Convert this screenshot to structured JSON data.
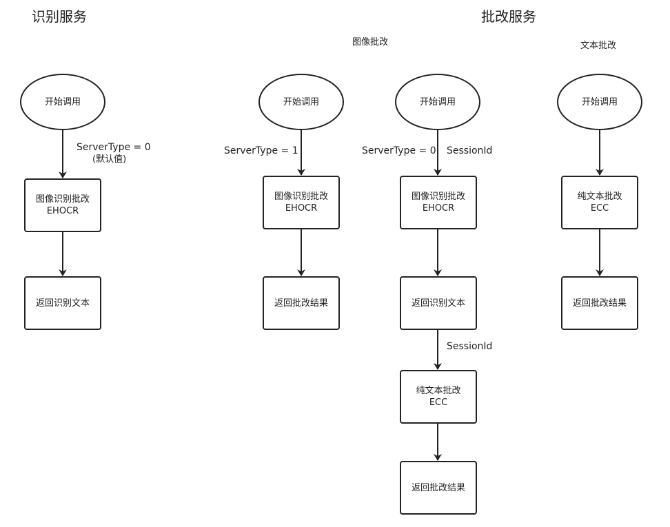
{
  "recognition": {
    "title": "识别服务",
    "start": "开始调用",
    "edge_label_1": "ServerType = 0",
    "edge_label_2": "(默认值)",
    "node1_line1": "图像识别批改",
    "node1_line2": "EHOCR",
    "node2": "返回识别文本"
  },
  "correction": {
    "title": "批改服务",
    "image_subtitle": "图像批改",
    "text_subtitle": "文本批改",
    "col_a": {
      "start": "开始调用",
      "edge_label": "ServerType = 1",
      "node1_line1": "图像识别批改",
      "node1_line2": "EHOCR",
      "node2": "返回批改结果"
    },
    "col_b": {
      "start": "开始调用",
      "edge_label_1": "ServerType = 0",
      "edge_label_2": "SessionId",
      "node1_line1": "图像识别批改",
      "node1_line2": "EHOCR",
      "node2": "返回识别文本",
      "edge_label_3": "SessionId",
      "node3_line1": "纯文本批改",
      "node3_line2": "ECC",
      "node4": "返回批改结果"
    },
    "col_c": {
      "start": "开始调用",
      "node1_line1": "纯文本批改",
      "node1_line2": "ECC",
      "node2": "返回批改结果"
    }
  }
}
